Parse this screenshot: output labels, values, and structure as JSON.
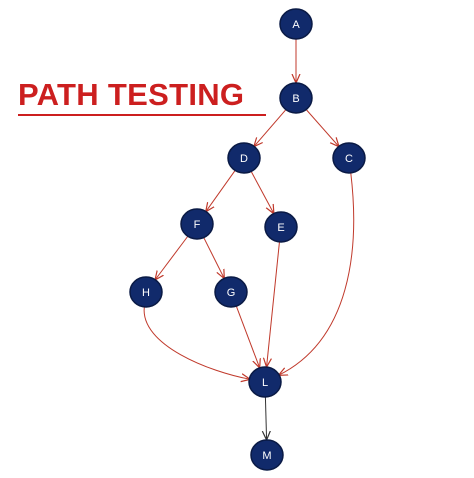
{
  "title": "PATH TESTING",
  "colors": {
    "node_fill": "#112a6b",
    "node_stroke": "#0a1a45",
    "edge_red": "#c0392b",
    "edge_dark": "#333333",
    "title": "#cc1f1f"
  },
  "diagram": {
    "nodes": [
      {
        "id": "A",
        "label": "A"
      },
      {
        "id": "B",
        "label": "B"
      },
      {
        "id": "C",
        "label": "C"
      },
      {
        "id": "D",
        "label": "D"
      },
      {
        "id": "E",
        "label": "E"
      },
      {
        "id": "F",
        "label": "F"
      },
      {
        "id": "G",
        "label": "G"
      },
      {
        "id": "H",
        "label": "H"
      },
      {
        "id": "L",
        "label": "L"
      },
      {
        "id": "M",
        "label": "M"
      }
    ],
    "edges": [
      {
        "from": "A",
        "to": "B"
      },
      {
        "from": "B",
        "to": "D"
      },
      {
        "from": "B",
        "to": "C"
      },
      {
        "from": "D",
        "to": "F"
      },
      {
        "from": "D",
        "to": "E"
      },
      {
        "from": "F",
        "to": "H"
      },
      {
        "from": "F",
        "to": "G"
      },
      {
        "from": "H",
        "to": "L"
      },
      {
        "from": "G",
        "to": "L"
      },
      {
        "from": "E",
        "to": "L"
      },
      {
        "from": "C",
        "to": "L"
      },
      {
        "from": "L",
        "to": "M"
      }
    ]
  }
}
